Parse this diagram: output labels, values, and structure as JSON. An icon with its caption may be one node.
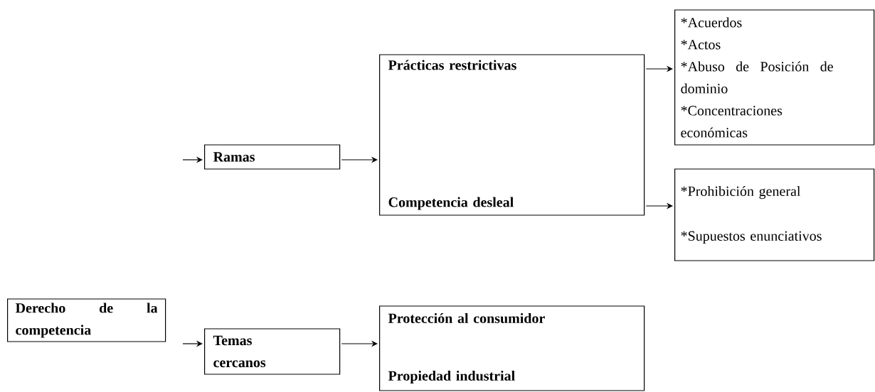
{
  "diagram": {
    "nodes": [
      {
        "text": [
          "Derecho de la competencia"
        ]
      },
      {
        "text": [
          "Ramas"
        ]
      },
      {
        "text": [
          "Prácticas restrictivas",
          "Competencia desleal"
        ]
      },
      {
        "text": [
          "*Acuerdos",
          "*Actos",
          "*Abuso de Posición de dominio",
          "*Concentraciones económicas"
        ]
      },
      {
        "text": [
          "*Prohibición general",
          "*Supuestos enunciativos"
        ]
      },
      {
        "text": [
          "Temas cercanos"
        ]
      },
      {
        "text": [
          "Protección al consumidor",
          "Propiedad industrial"
        ]
      }
    ],
    "edges": [
      {
        "from": null,
        "to": 1,
        "arrow": "to"
      },
      {
        "from": 1,
        "to": 2,
        "arrow": "to"
      },
      {
        "from": 2,
        "to": 3,
        "arrow": "to"
      },
      {
        "from": 2,
        "to": 4,
        "arrow": "to"
      },
      {
        "from": null,
        "to": 5,
        "arrow": "to"
      },
      {
        "from": 5,
        "to": 6,
        "arrow": "to"
      }
    ]
  }
}
